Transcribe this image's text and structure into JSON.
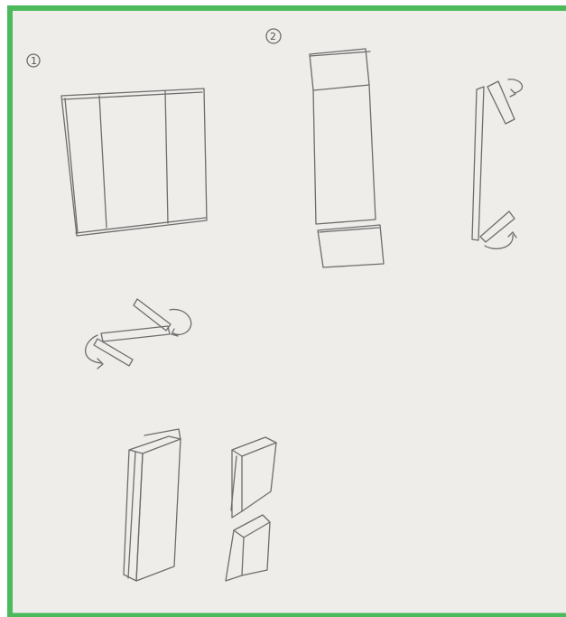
{
  "colors": {
    "frame_green": "#4cba5a",
    "paper": "#eeedea",
    "pencil": "#6d6d6d"
  },
  "step_markers": [
    {
      "label": "①",
      "text": "1"
    },
    {
      "label": "②",
      "text": "2"
    }
  ],
  "sketches": [
    {
      "name": "trifold-panel-flat",
      "description_icon": "three-panel-rectangle"
    },
    {
      "name": "long-panel-with-end-flaps",
      "description_icon": "panel-with-flaps"
    },
    {
      "name": "side-profile-folding-flaps",
      "description_icon": "bracket-with-arrows"
    },
    {
      "name": "zigzag-fold",
      "description_icon": "z-fold-with-arrows"
    },
    {
      "name": "folded-column-closed",
      "description_icon": "3d-column"
    },
    {
      "name": "folded-column-open",
      "description_icon": "3d-column-with-flaps"
    }
  ]
}
